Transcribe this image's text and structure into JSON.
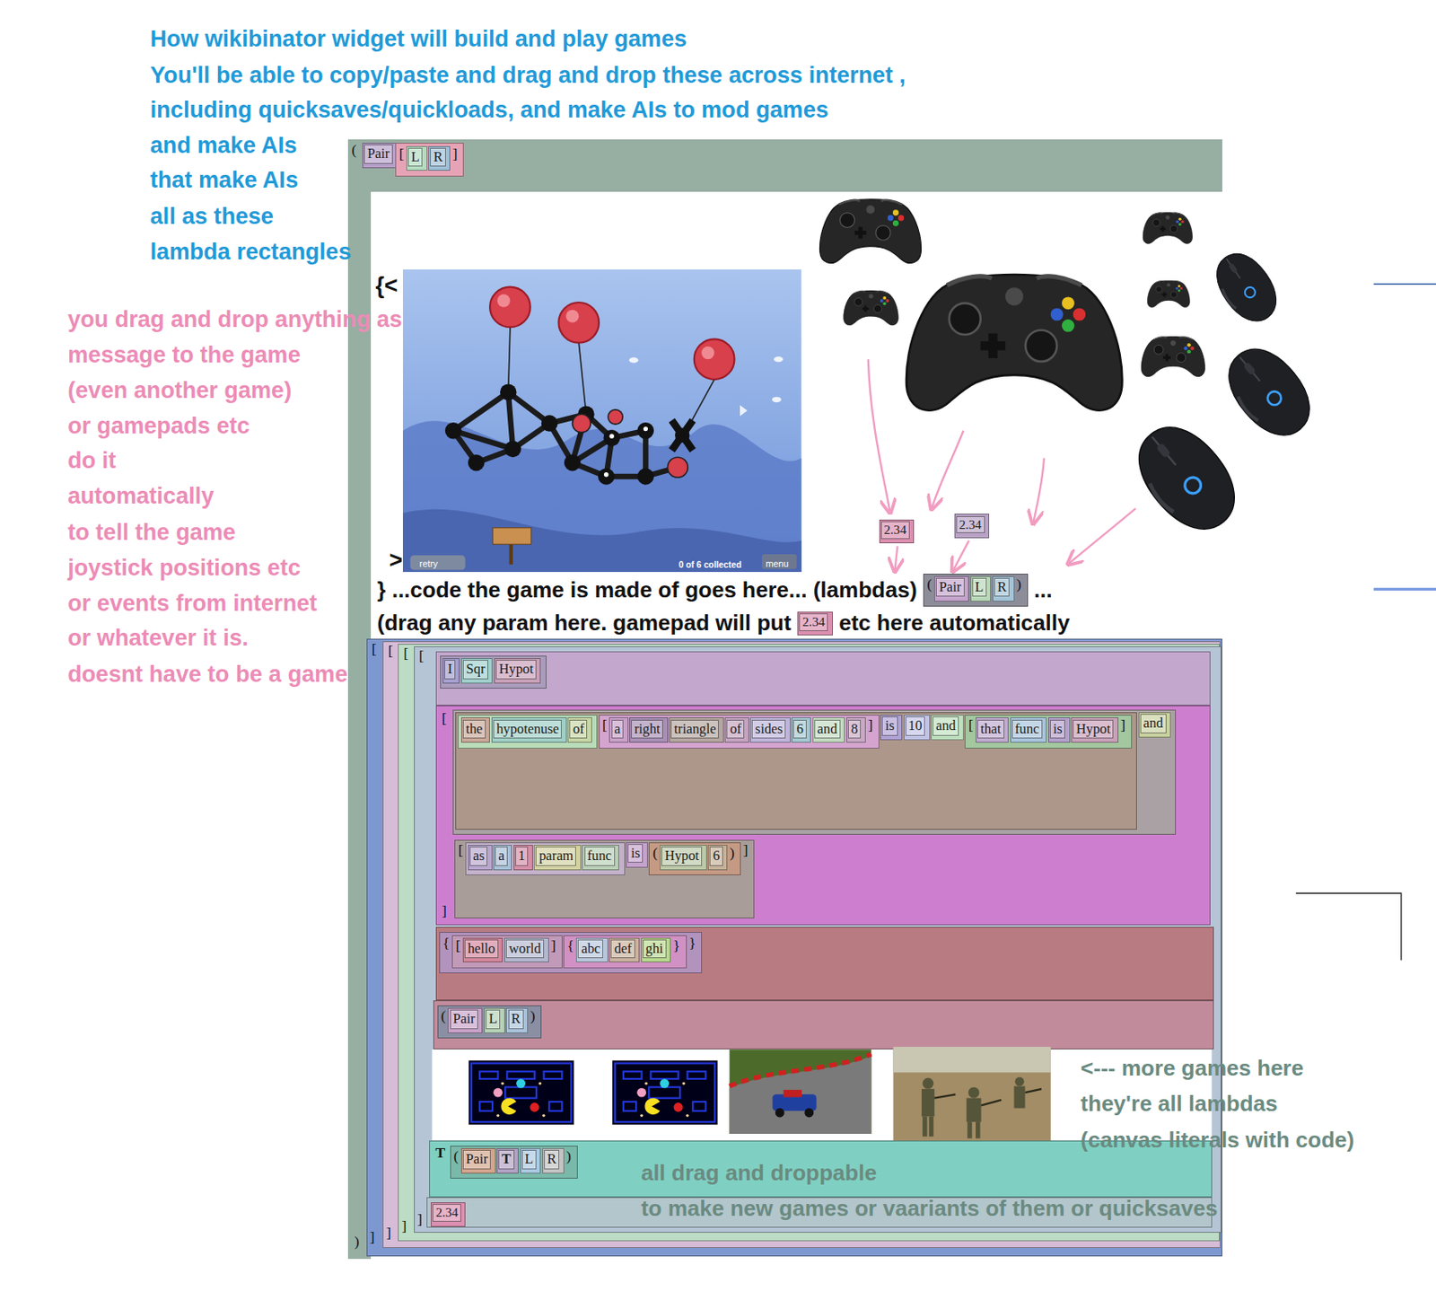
{
  "diagram": {
    "title": "How wikibinator widget will build and play games",
    "nodes": [
      {
        "text": [
          "(",
          ")"
        ]
      },
      {
        "text": [
          "Pair"
        ],
        "in": 0
      },
      {
        "text": [
          "[",
          "]"
        ],
        "in": 0
      },
      {
        "text": [
          "L"
        ],
        "in": 2
      },
      {
        "text": [
          "R"
        ],
        "in": 2
      },
      {
        "text": [
          "2.34"
        ],
        "in": 0
      },
      {
        "text": [
          "2.34"
        ],
        "in": 0
      },
      {
        "text": [
          "(",
          ")"
        ],
        "in": 0
      },
      {
        "text": [
          "Pair"
        ],
        "in": 7
      },
      {
        "text": [
          "L"
        ],
        "in": 7
      },
      {
        "text": [
          "R"
        ],
        "in": 7
      },
      {
        "text": [
          "2.34"
        ],
        "in": 0
      },
      {
        "text": [
          "[",
          "]"
        ],
        "in": 0
      },
      {
        "text": [
          "[",
          "]"
        ],
        "in": 12
      },
      {
        "text": [
          "[",
          "]"
        ],
        "in": 13
      },
      {
        "text": [
          "[",
          "]"
        ],
        "in": 14
      },
      {
        "text": [
          "I"
        ],
        "in": 15
      },
      {
        "text": [
          "Sqr"
        ],
        "in": 15
      },
      {
        "text": [
          "Hypot"
        ],
        "in": 15
      },
      {
        "text": [
          "[",
          "]"
        ],
        "in": 15
      },
      {
        "text": [
          "the"
        ],
        "in": 19
      },
      {
        "text": [
          "hypotenuse"
        ],
        "in": 19
      },
      {
        "text": [
          "of"
        ],
        "in": 19
      },
      {
        "text": [
          "[",
          "]"
        ],
        "in": 19
      },
      {
        "text": [
          "a"
        ],
        "in": 23
      },
      {
        "text": [
          "right"
        ],
        "in": 23
      },
      {
        "text": [
          "triangle"
        ],
        "in": 23
      },
      {
        "text": [
          "of"
        ],
        "in": 23
      },
      {
        "text": [
          "sides"
        ],
        "in": 23
      },
      {
        "text": [
          "6"
        ],
        "in": 23
      },
      {
        "text": [
          "and"
        ],
        "in": 23
      },
      {
        "text": [
          "8"
        ],
        "in": 23
      },
      {
        "text": [
          "is"
        ],
        "in": 19
      },
      {
        "text": [
          "10"
        ],
        "in": 19
      },
      {
        "text": [
          "and"
        ],
        "in": 19
      },
      {
        "text": [
          "[",
          "]"
        ],
        "in": 19
      },
      {
        "text": [
          "that"
        ],
        "in": 35
      },
      {
        "text": [
          "func"
        ],
        "in": 35
      },
      {
        "text": [
          "is"
        ],
        "in": 35
      },
      {
        "text": [
          "Hypot"
        ],
        "in": 35
      },
      {
        "text": [
          "and"
        ],
        "in": 19
      },
      {
        "text": [
          "[",
          "]"
        ],
        "in": 19
      },
      {
        "text": [
          "as"
        ],
        "in": 41
      },
      {
        "text": [
          "a"
        ],
        "in": 41
      },
      {
        "text": [
          "1"
        ],
        "in": 41
      },
      {
        "text": [
          "param"
        ],
        "in": 41
      },
      {
        "text": [
          "func"
        ],
        "in": 41
      },
      {
        "text": [
          "is"
        ],
        "in": 41
      },
      {
        "text": [
          "(",
          ")"
        ],
        "in": 41
      },
      {
        "text": [
          "Hypot"
        ],
        "in": 48
      },
      {
        "text": [
          "6"
        ],
        "in": 48
      },
      {
        "text": [
          "{",
          "}"
        ],
        "in": 15
      },
      {
        "text": [
          "[",
          "]"
        ],
        "in": 51
      },
      {
        "text": [
          "hello"
        ],
        "in": 52
      },
      {
        "text": [
          "world"
        ],
        "in": 52
      },
      {
        "text": [
          "{",
          "}"
        ],
        "in": 51
      },
      {
        "text": [
          "abc"
        ],
        "in": 55
      },
      {
        "text": [
          "def"
        ],
        "in": 55
      },
      {
        "text": [
          "ghi"
        ],
        "in": 55
      },
      {
        "text": [
          "(",
          ")"
        ],
        "in": 15
      },
      {
        "text": [
          "Pair"
        ],
        "in": 59
      },
      {
        "text": [
          "L"
        ],
        "in": 59
      },
      {
        "text": [
          "R"
        ],
        "in": 59
      },
      {
        "text": [
          "T"
        ],
        "in": 15
      },
      {
        "text": [
          "(",
          ")"
        ],
        "in": 63
      },
      {
        "text": [
          "Pair"
        ],
        "in": 64
      },
      {
        "text": [
          "T"
        ],
        "in": 64
      },
      {
        "text": [
          "L"
        ],
        "in": 64
      },
      {
        "text": [
          "R"
        ],
        "in": 64
      },
      {
        "text": [
          "2.34"
        ],
        "in": 15
      }
    ],
    "labels": [
      "You'll be able to copy/paste and drag and drop these across internet ,",
      "including quicksaves/quickloads, and make AIs to mod games",
      "and make AIs",
      "that make AIs",
      "all as these",
      "lambda rectangles",
      "you drag and drop anything as",
      "message to the game",
      "(even another game)",
      "or gamepads etc",
      "do it",
      "automatically",
      "to tell the game",
      "joystick positions etc",
      "or events from internet",
      "or whatever it is.",
      "doesnt have to be a game",
      "{<",
      "retry",
      "0 of 6 collected",
      "menu",
      ">",
      "} ...code the game is made of goes here... (lambdas)",
      "...",
      "(drag any param here. gamepad will put",
      "etc here automatically",
      "<--- more games here",
      "they're all lambdas",
      "(canvas literals with code)",
      "all drag and droppable",
      "to make new games or vaariants of them or quicksaves"
    ]
  }
}
